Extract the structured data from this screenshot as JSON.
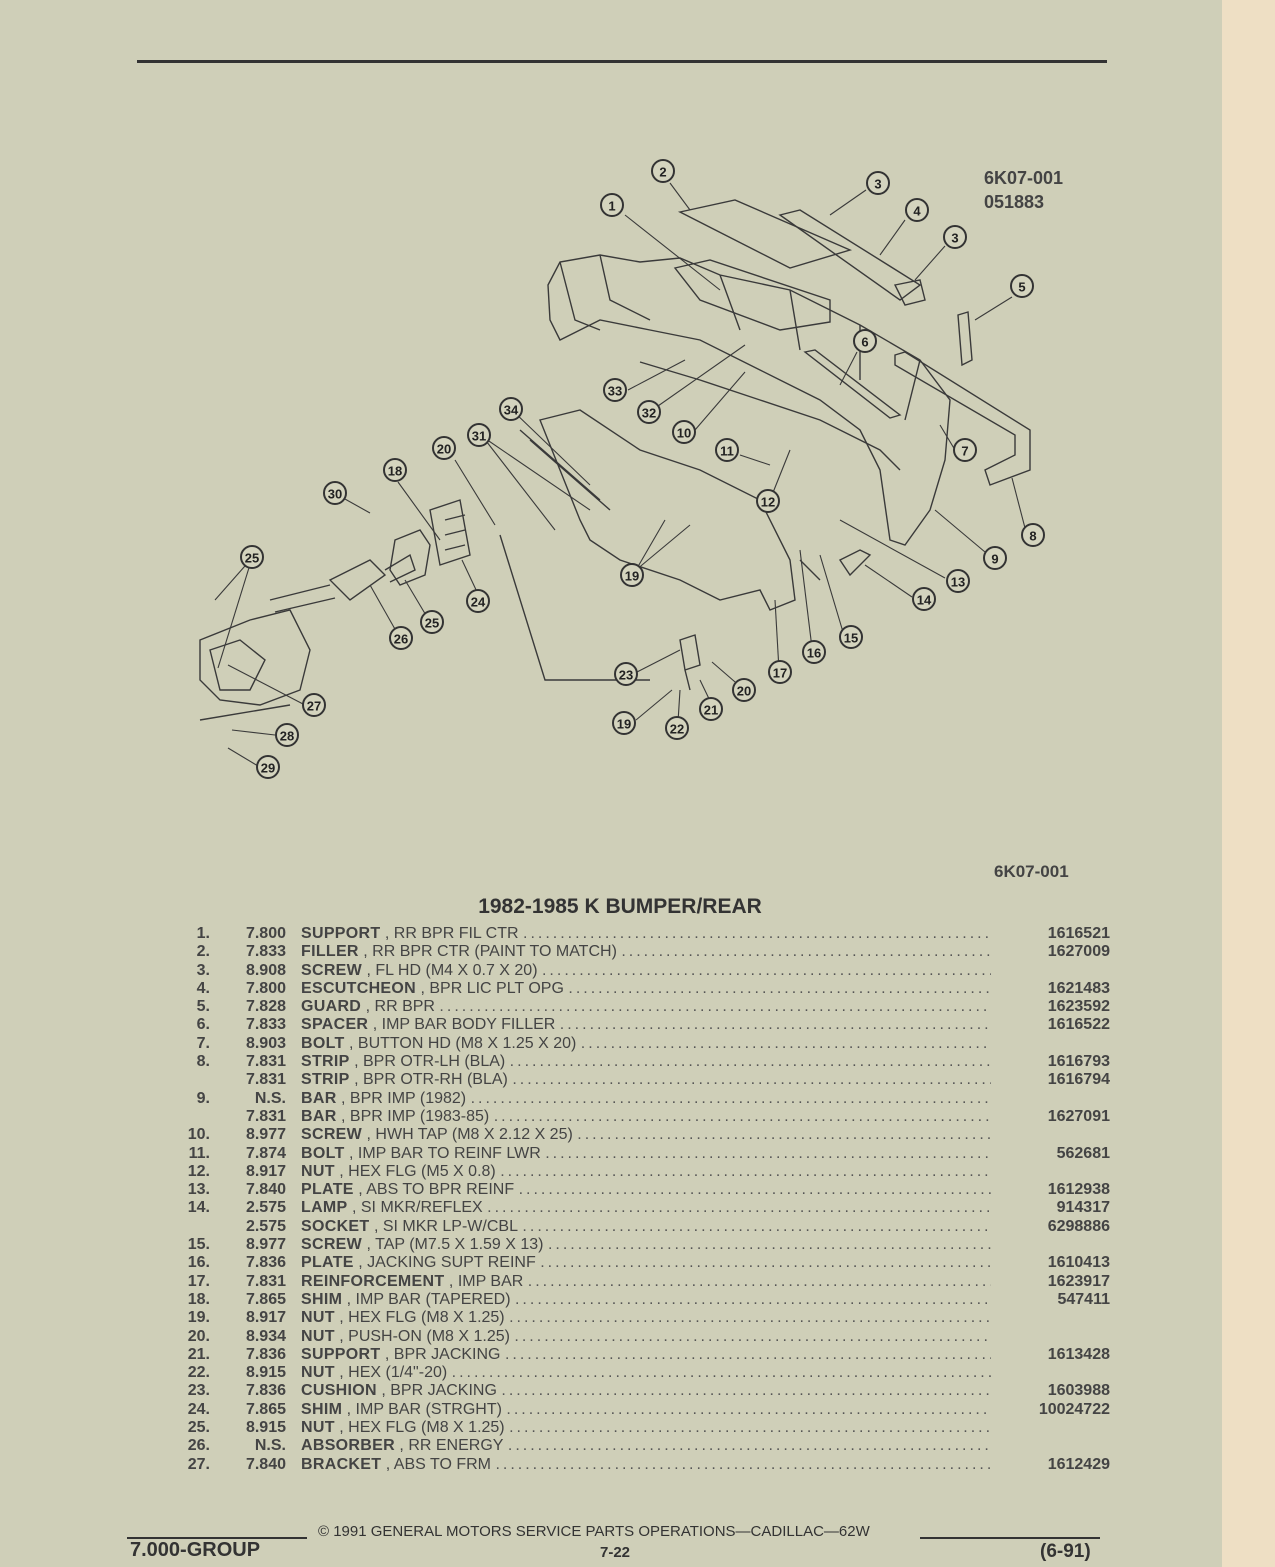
{
  "diagram": {
    "code": "6K07-001",
    "date_code": "051883",
    "figure_id": "6K07-001",
    "callouts": [
      "1",
      "2",
      "3",
      "3",
      "4",
      "5",
      "6",
      "7",
      "8",
      "9",
      "10",
      "11",
      "12",
      "13",
      "14",
      "15",
      "16",
      "17",
      "18",
      "19",
      "19",
      "20",
      "20",
      "21",
      "22",
      "23",
      "24",
      "25",
      "25",
      "26",
      "27",
      "28",
      "29",
      "30",
      "31",
      "32",
      "33",
      "34"
    ]
  },
  "title": "1982-1985 K BUMPER/REAR",
  "parts": [
    {
      "no": "1.",
      "grp": "7.800",
      "name": "SUPPORT",
      "desc": ", RR BPR FIL CTR",
      "pn": "1616521"
    },
    {
      "no": "2.",
      "grp": "7.833",
      "name": "FILLER",
      "desc": ", RR BPR CTR (PAINT TO MATCH)",
      "pn": "1627009"
    },
    {
      "no": "3.",
      "grp": "8.908",
      "name": "SCREW",
      "desc": ", FL HD (M4 X 0.7 X 20)",
      "pn": ""
    },
    {
      "no": "4.",
      "grp": "7.800",
      "name": "ESCUTCHEON",
      "desc": ", BPR LIC PLT OPG",
      "pn": "1621483"
    },
    {
      "no": "5.",
      "grp": "7.828",
      "name": "GUARD",
      "desc": ", RR BPR",
      "pn": "1623592"
    },
    {
      "no": "6.",
      "grp": "7.833",
      "name": "SPACER",
      "desc": ", IMP BAR BODY FILLER",
      "pn": "1616522"
    },
    {
      "no": "7.",
      "grp": "8.903",
      "name": "BOLT",
      "desc": ", BUTTON HD (M8 X 1.25 X 20)",
      "pn": ""
    },
    {
      "no": "8.",
      "grp": "7.831",
      "name": "STRIP",
      "desc": ", BPR OTR-LH (BLA)",
      "pn": "1616793"
    },
    {
      "no": "",
      "grp": "7.831",
      "name": "STRIP",
      "desc": ", BPR OTR-RH (BLA)",
      "pn": "1616794"
    },
    {
      "no": "9.",
      "grp": "N.S.",
      "name": "BAR",
      "desc": ", BPR IMP (1982)",
      "pn": ""
    },
    {
      "no": "",
      "grp": "7.831",
      "name": "BAR",
      "desc": ", BPR IMP (1983-85)",
      "pn": "1627091"
    },
    {
      "no": "10.",
      "grp": "8.977",
      "name": "SCREW",
      "desc": ", HWH TAP (M8 X 2.12 X 25)",
      "pn": ""
    },
    {
      "no": "11.",
      "grp": "7.874",
      "name": "BOLT",
      "desc": ", IMP BAR TO REINF LWR",
      "pn": "562681"
    },
    {
      "no": "12.",
      "grp": "8.917",
      "name": "NUT",
      "desc": ", HEX FLG (M5 X 0.8)",
      "pn": ""
    },
    {
      "no": "13.",
      "grp": "7.840",
      "name": "PLATE",
      "desc": ", ABS TO BPR REINF",
      "pn": "1612938"
    },
    {
      "no": "14.",
      "grp": "2.575",
      "name": "LAMP",
      "desc": ", SI MKR/REFLEX",
      "pn": "914317"
    },
    {
      "no": "",
      "grp": "2.575",
      "name": "SOCKET",
      "desc": ", SI MKR LP-W/CBL",
      "pn": "6298886"
    },
    {
      "no": "15.",
      "grp": "8.977",
      "name": "SCREW",
      "desc": ", TAP (M7.5 X 1.59 X 13)",
      "pn": ""
    },
    {
      "no": "16.",
      "grp": "7.836",
      "name": "PLATE",
      "desc": ", JACKING SUPT REINF",
      "pn": "1610413"
    },
    {
      "no": "17.",
      "grp": "7.831",
      "name": "REINFORCEMENT",
      "desc": ", IMP BAR",
      "pn": "1623917"
    },
    {
      "no": "18.",
      "grp": "7.865",
      "name": "SHIM",
      "desc": ", IMP BAR (TAPERED)",
      "pn": "547411"
    },
    {
      "no": "19.",
      "grp": "8.917",
      "name": "NUT",
      "desc": ", HEX FLG (M8 X 1.25)",
      "pn": ""
    },
    {
      "no": "20.",
      "grp": "8.934",
      "name": "NUT",
      "desc": ", PUSH-ON (M8 X 1.25)",
      "pn": ""
    },
    {
      "no": "21.",
      "grp": "7.836",
      "name": "SUPPORT",
      "desc": ", BPR JACKING",
      "pn": "1613428"
    },
    {
      "no": "22.",
      "grp": "8.915",
      "name": "NUT",
      "desc": ", HEX (1/4\"-20)",
      "pn": ""
    },
    {
      "no": "23.",
      "grp": "7.836",
      "name": "CUSHION",
      "desc": ", BPR JACKING",
      "pn": "1603988"
    },
    {
      "no": "24.",
      "grp": "7.865",
      "name": "SHIM",
      "desc": ", IMP BAR (STRGHT)",
      "pn": "10024722"
    },
    {
      "no": "25.",
      "grp": "8.915",
      "name": "NUT",
      "desc": ", HEX FLG (M8 X 1.25)",
      "pn": ""
    },
    {
      "no": "26.",
      "grp": "N.S.",
      "name": "ABSORBER",
      "desc": ", RR ENERGY",
      "pn": ""
    },
    {
      "no": "27.",
      "grp": "7.840",
      "name": "BRACKET",
      "desc": ", ABS TO FRM",
      "pn": "1612429"
    }
  ],
  "footer": {
    "copyright": "© 1991 GENERAL MOTORS SERVICE PARTS OPERATIONS—CADILLAC—62W",
    "group": "7.000-GROUP",
    "page": "7-22",
    "date": "(6-91)"
  }
}
